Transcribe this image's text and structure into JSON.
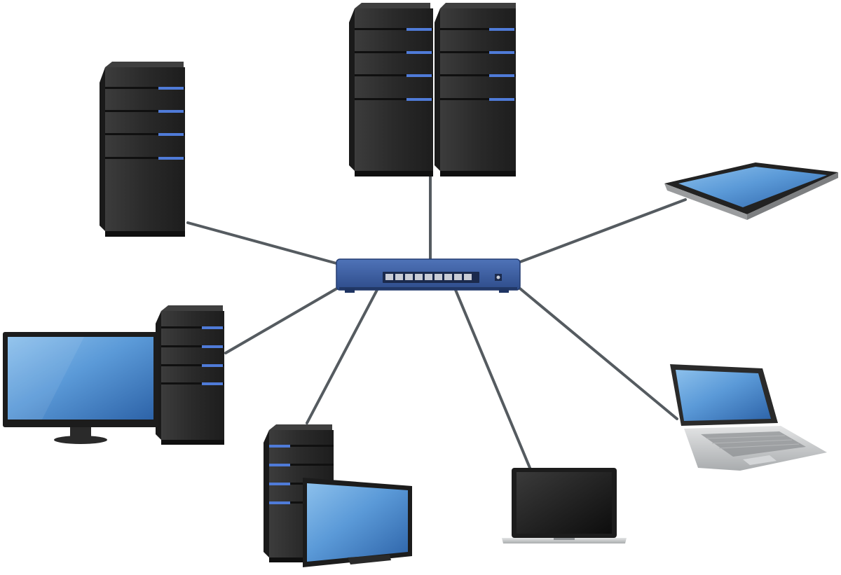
{
  "diagram": {
    "topology": "star",
    "hub": {
      "device": "network switch",
      "ports": 9,
      "body_color": "#3a5a9c"
    },
    "cable_color": "#555b60",
    "device_colors": {
      "server_dark": "#2a2a2a",
      "server_light": "#3b3b3b",
      "indicator": "#4f7bd8",
      "screen_light": "#6aa7df",
      "screen_dark": "#2f6fb6",
      "bezel": "#1c1c1c",
      "silver": "#c9cbcc"
    },
    "nodes": [
      {
        "id": "server-left",
        "icon": "tower-server-icon"
      },
      {
        "id": "server-cluster-top",
        "icon": "dual-tower-server-icon"
      },
      {
        "id": "tablet",
        "icon": "tablet-icon"
      },
      {
        "id": "desktop-left",
        "icon": "desktop-computer-icon"
      },
      {
        "id": "desktop-bottom",
        "icon": "desktop-computer-icon"
      },
      {
        "id": "laptop",
        "icon": "laptop-icon"
      },
      {
        "id": "convertible-laptop",
        "icon": "convertible-laptop-icon"
      }
    ]
  }
}
